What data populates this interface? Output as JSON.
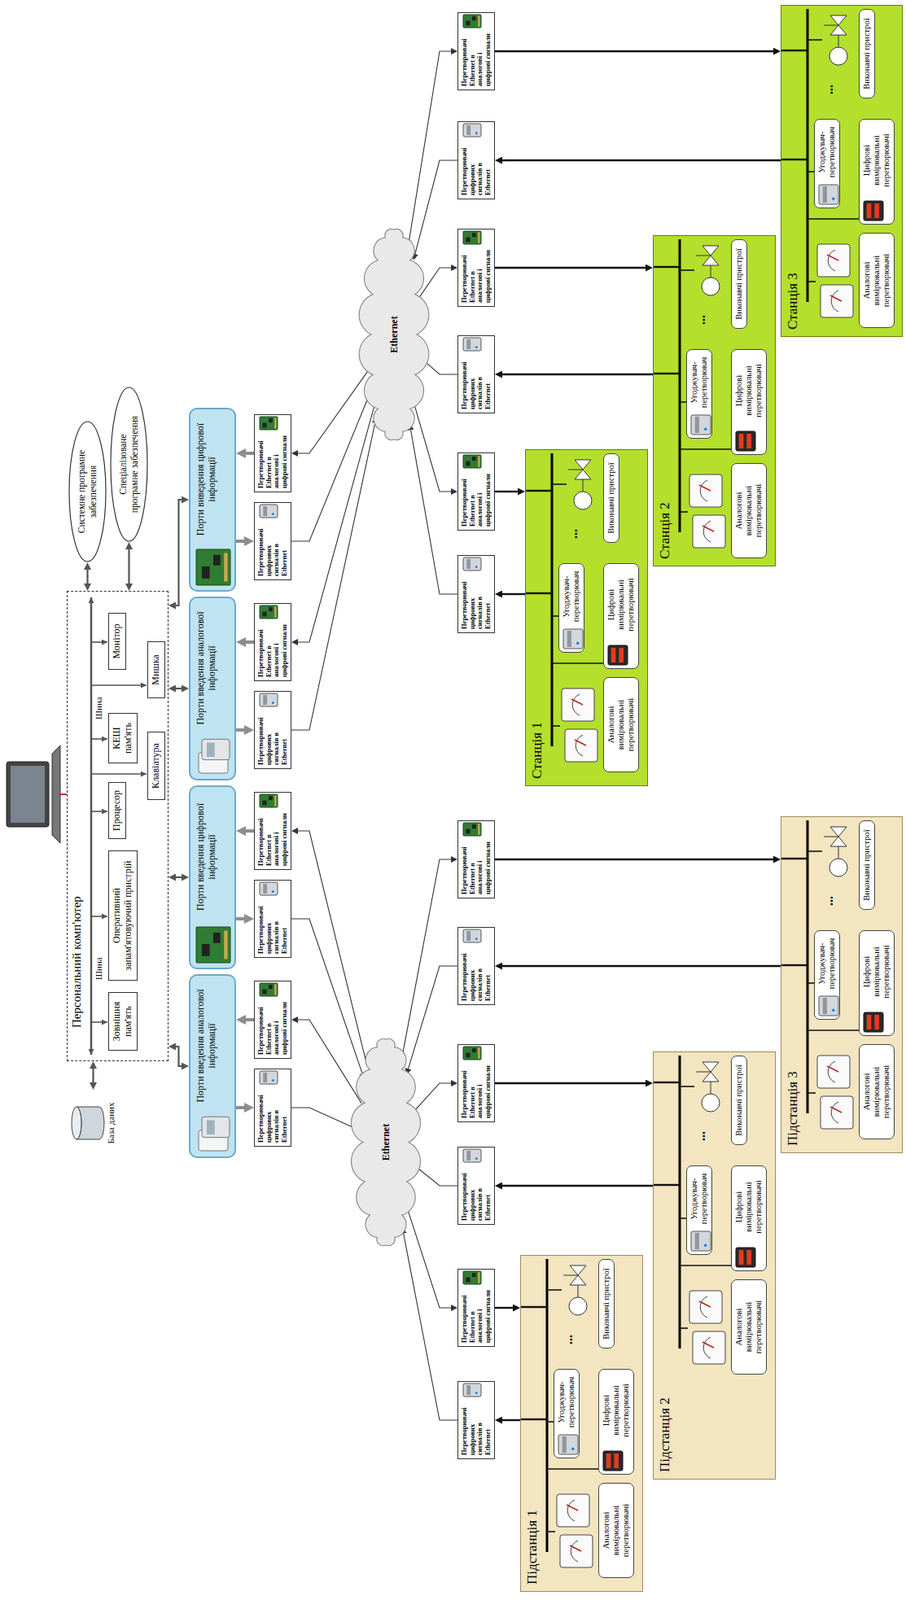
{
  "diagram": {
    "nodes": [
      {
        "text": [
          "Персональний комп'ютер"
        ]
      },
      {
        "text": [
          "Зовнішня пам'ять"
        ],
        "in": 0
      },
      {
        "text": [
          "Оперативний запам'ятовуючий пристрій"
        ],
        "in": 0
      },
      {
        "text": [
          "Процесор"
        ],
        "in": 0
      },
      {
        "text": [
          "КЕШ пам'ять"
        ],
        "in": 0
      },
      {
        "text": [
          "Монітор"
        ],
        "in": 0
      },
      {
        "text": [
          "Клавіатура"
        ],
        "in": 0
      },
      {
        "text": [
          "Мишка"
        ],
        "in": 0
      },
      {
        "text": [
          "База даних"
        ]
      },
      {
        "text": [
          "Системне програмне забезпечення"
        ]
      },
      {
        "text": [
          "Спеціалізоване програмне забезпечення"
        ]
      },
      {
        "text": [
          "Порти введення аналогової інформації"
        ]
      },
      {
        "text": [
          "Порти введення цифрової інформації"
        ]
      },
      {
        "text": [
          "Порти введення аналогової інформації"
        ]
      },
      {
        "text": [
          "Порти виведення цифрової інформації"
        ]
      },
      {
        "text": [
          "Перетворювачі цифрових сигналів в Ethernet"
        ]
      },
      {
        "text": [
          "Перетворювачі Ethernet в аналогові і цифрові сигнали"
        ]
      },
      {
        "text": [
          "Перетворювачі цифрових сигналів в Ethernet"
        ]
      },
      {
        "text": [
          "Перетворювачі Ethernet в аналогові і цифрові сигнали"
        ]
      },
      {
        "text": [
          "Перетворювачі цифрових сигналів в Ethernet"
        ]
      },
      {
        "text": [
          "Перетворювачі Ethernet в аналогові і цифрові сигнали"
        ]
      },
      {
        "text": [
          "Перетворювачі цифрових сигналів в Ethernet"
        ]
      },
      {
        "text": [
          "Перетворювачі Ethernet в аналогові і цифрові сигнали"
        ]
      },
      {
        "text": [
          "Ethernet"
        ]
      },
      {
        "text": [
          "Ethernet"
        ]
      },
      {
        "text": [
          "Перетворювачі цифрових сигналів в Ethernet"
        ]
      },
      {
        "text": [
          "Перетворювачі Ethernet в аналогові і цифрові сигнали"
        ]
      },
      {
        "text": [
          "Перетворювачі цифрових сигналів в Ethernet"
        ]
      },
      {
        "text": [
          "Перетворювачі Ethernet в аналогові і цифрові сигнали"
        ]
      },
      {
        "text": [
          "Перетворювачі цифрових сигналів в Ethernet"
        ]
      },
      {
        "text": [
          "Перетворювачі Ethernet в аналогові і цифрові сигнали"
        ]
      },
      {
        "text": [
          "Перетворювачі цифрових сигналів в Ethernet"
        ]
      },
      {
        "text": [
          "Перетворювачі Ethernet в аналогові і цифрові сигнали"
        ]
      },
      {
        "text": [
          "Перетворювачі цифрових сигналів в Ethernet"
        ]
      },
      {
        "text": [
          "Перетворювачі Ethernet в аналогові і цифрові сигнали"
        ]
      },
      {
        "text": [
          "Перетворювачі цифрових сигналів в Ethernet"
        ]
      },
      {
        "text": [
          "Перетворювачі Ethernet в аналогові і цифрові сигнали"
        ]
      },
      {
        "text": [
          "Підстанція 1"
        ]
      },
      {
        "text": [
          "Угоджувач-перетворювач"
        ],
        "in": 37
      },
      {
        "text": [
          "Аналогові вимірювальні перетворювачі"
        ],
        "in": 37
      },
      {
        "text": [
          "Цифрові вимірювальні перетворювачі"
        ],
        "in": 37
      },
      {
        "text": [
          "Виконавчі пристрої"
        ],
        "in": 37
      },
      {
        "text": [
          "Підстанція 2"
        ]
      },
      {
        "text": [
          "Угоджувач-перетворювач"
        ],
        "in": 42
      },
      {
        "text": [
          "Аналогові вимірювальні перетворювачі"
        ],
        "in": 42
      },
      {
        "text": [
          "Цифрові вимірювальні перетворювачі"
        ],
        "in": 42
      },
      {
        "text": [
          "Виконавчі пристрої"
        ],
        "in": 42
      },
      {
        "text": [
          "Підстанція 3"
        ]
      },
      {
        "text": [
          "Угоджувач-перетворювач"
        ],
        "in": 47
      },
      {
        "text": [
          "Аналогові вимірювальні перетворювачі"
        ],
        "in": 47
      },
      {
        "text": [
          "Цифрові вимірювальні перетворювачі"
        ],
        "in": 47
      },
      {
        "text": [
          "Виконавчі пристрої"
        ],
        "in": 47
      },
      {
        "text": [
          "Станція 1"
        ]
      },
      {
        "text": [
          "Угоджувач-перетворювач"
        ],
        "in": 52
      },
      {
        "text": [
          "Аналогові вимірювальні перетворювачі"
        ],
        "in": 52
      },
      {
        "text": [
          "Цифрові вимірювальні перетворювачі"
        ],
        "in": 52
      },
      {
        "text": [
          "Виконавчі пристрої"
        ],
        "in": 52
      },
      {
        "text": [
          "Станція 2"
        ]
      },
      {
        "text": [
          "Угоджувач-перетворювач"
        ],
        "in": 57
      },
      {
        "text": [
          "Аналогові вимірювальні перетворювачі"
        ],
        "in": 57
      },
      {
        "text": [
          "Цифрові вимірювальні перетворювачі"
        ],
        "in": 57
      },
      {
        "text": [
          "Виконавчі пристрої"
        ],
        "in": 57
      },
      {
        "text": [
          "Станція 3"
        ]
      },
      {
        "text": [
          "Угоджувач-перетворювач"
        ],
        "in": 62
      },
      {
        "text": [
          "Аналогові вимірювальні перетворювачі"
        ],
        "in": 62
      },
      {
        "text": [
          "Цифрові вимірювальні перетворювачі"
        ],
        "in": 62
      },
      {
        "text": [
          "Виконавчі пристрої"
        ],
        "in": 62
      }
    ],
    "edges": [
      {
        "from": 8,
        "to": 0,
        "arrow": "both"
      },
      {
        "from": 0,
        "to": 9,
        "arrow": "both"
      },
      {
        "from": 0,
        "to": 10,
        "arrow": "both"
      },
      {
        "from": 0,
        "to": 11,
        "arrow": "both"
      },
      {
        "from": 0,
        "to": 12,
        "arrow": "both"
      },
      {
        "from": 0,
        "to": 13,
        "arrow": "both"
      },
      {
        "from": 0,
        "to": 14,
        "arrow": "both"
      },
      {
        "from": 11,
        "to": 15,
        "arrow": "to"
      },
      {
        "from": 16,
        "to": 11,
        "arrow": "to"
      },
      {
        "from": 12,
        "to": 17,
        "arrow": "to"
      },
      {
        "from": 18,
        "to": 12,
        "arrow": "to"
      },
      {
        "from": 13,
        "to": 19,
        "arrow": "to"
      },
      {
        "from": 20,
        "to": 13,
        "arrow": "to"
      },
      {
        "from": 14,
        "to": 21,
        "arrow": "to"
      },
      {
        "from": 22,
        "to": 14,
        "arrow": "to"
      },
      {
        "from": 15,
        "to": 23,
        "arrow": "to"
      },
      {
        "from": 23,
        "to": 16,
        "arrow": "to"
      },
      {
        "from": 17,
        "to": 23,
        "arrow": "to"
      },
      {
        "from": 23,
        "to": 18,
        "arrow": "to"
      },
      {
        "from": 19,
        "to": 24,
        "arrow": "to"
      },
      {
        "from": 24,
        "to": 20,
        "arrow": "to"
      },
      {
        "from": 21,
        "to": 24,
        "arrow": "to"
      },
      {
        "from": 24,
        "to": 22,
        "arrow": "to"
      },
      {
        "from": 25,
        "to": 23,
        "arrow": "to"
      },
      {
        "from": 23,
        "to": 26,
        "arrow": "to"
      },
      {
        "from": 27,
        "to": 23,
        "arrow": "to"
      },
      {
        "from": 23,
        "to": 28,
        "arrow": "to"
      },
      {
        "from": 29,
        "to": 23,
        "arrow": "to"
      },
      {
        "from": 23,
        "to": 30,
        "arrow": "to"
      },
      {
        "from": 31,
        "to": 24,
        "arrow": "to"
      },
      {
        "from": 24,
        "to": 32,
        "arrow": "to"
      },
      {
        "from": 33,
        "to": 24,
        "arrow": "to"
      },
      {
        "from": 24,
        "to": 34,
        "arrow": "to"
      },
      {
        "from": 35,
        "to": 24,
        "arrow": "to"
      },
      {
        "from": 24,
        "to": 36,
        "arrow": "to"
      },
      {
        "from": 37,
        "to": 25,
        "arrow": "to"
      },
      {
        "from": 26,
        "to": 37,
        "arrow": "to"
      },
      {
        "from": 42,
        "to": 27,
        "arrow": "to"
      },
      {
        "from": 28,
        "to": 42,
        "arrow": "to"
      },
      {
        "from": 47,
        "to": 29,
        "arrow": "to"
      },
      {
        "from": 30,
        "to": 47,
        "arrow": "to"
      },
      {
        "from": 52,
        "to": 31,
        "arrow": "to"
      },
      {
        "from": 32,
        "to": 52,
        "arrow": "to"
      },
      {
        "from": 57,
        "to": 33,
        "arrow": "to"
      },
      {
        "from": 34,
        "to": 57,
        "arrow": "to"
      },
      {
        "from": 62,
        "to": 35,
        "arrow": "to"
      },
      {
        "from": 36,
        "to": 62,
        "arrow": "to"
      }
    ],
    "labels": [
      "Шина",
      "Шина",
      "...",
      "...",
      "...",
      "...",
      "...",
      "..."
    ]
  }
}
